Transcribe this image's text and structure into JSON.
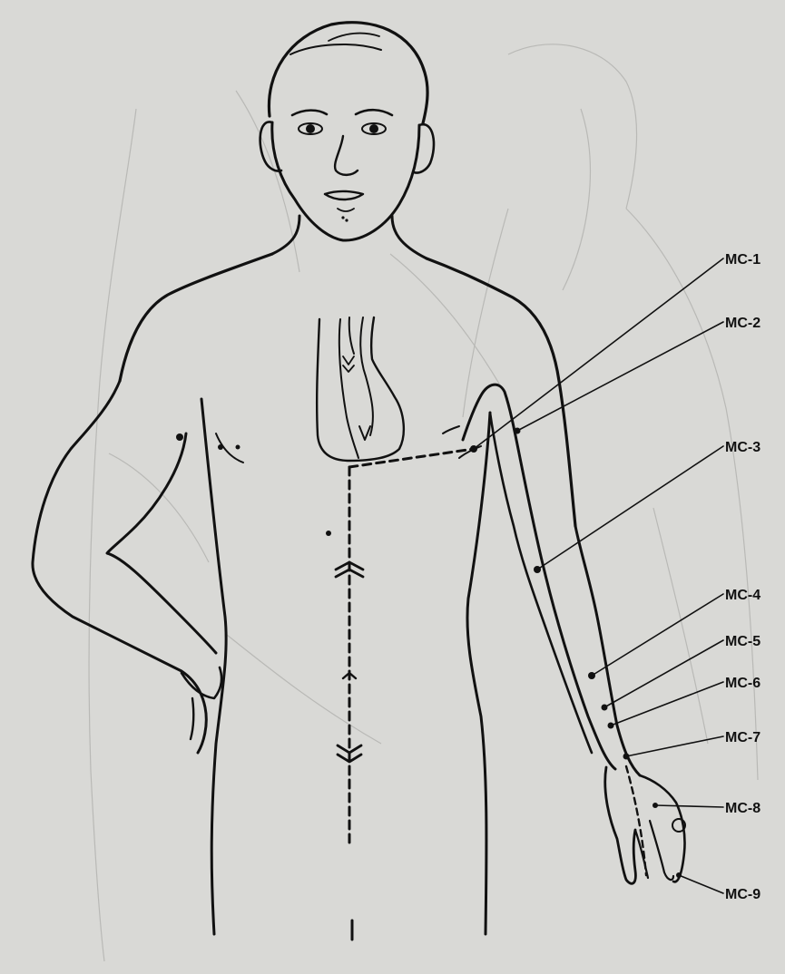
{
  "points": [
    {
      "id": "mc1",
      "label": "MC-1"
    },
    {
      "id": "mc2",
      "label": "MC-2"
    },
    {
      "id": "mc3",
      "label": "MC-3"
    },
    {
      "id": "mc4",
      "label": "MC-4"
    },
    {
      "id": "mc5",
      "label": "MC-5"
    },
    {
      "id": "mc6",
      "label": "MC-6"
    },
    {
      "id": "mc7",
      "label": "MC-7"
    },
    {
      "id": "mc8",
      "label": "MC-8"
    },
    {
      "id": "mc9",
      "label": "MC-9"
    }
  ],
  "colors": {
    "paper": "#d9d9d6",
    "ink": "#111111",
    "ghost": "#b9b9b6"
  }
}
